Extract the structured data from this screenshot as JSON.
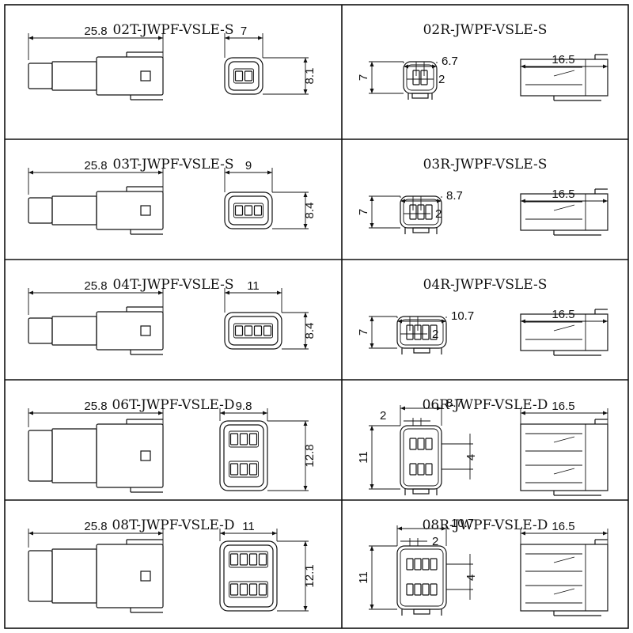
{
  "panels": [
    {
      "title": "02T-JWPF-VSLE-S",
      "kind": "T",
      "n": 2,
      "rows": 1,
      "len": "25.8",
      "w": "7",
      "h": "8.1"
    },
    {
      "title": "02R-JWPF-VSLE-S",
      "kind": "R",
      "n": 2,
      "rows": 1,
      "len": "16.5",
      "w": "6.7",
      "p": "2",
      "h": "7"
    },
    {
      "title": "03T-JWPF-VSLE-S",
      "kind": "T",
      "n": 3,
      "rows": 1,
      "len": "25.8",
      "w": "9",
      "h": "8.4"
    },
    {
      "title": "03R-JWPF-VSLE-S",
      "kind": "R",
      "n": 3,
      "rows": 1,
      "len": "16.5",
      "w": "8.7",
      "p": "2",
      "h": "7"
    },
    {
      "title": "04T-JWPF-VSLE-S",
      "kind": "T",
      "n": 4,
      "rows": 1,
      "len": "25.8",
      "w": "11",
      "h": "8.4"
    },
    {
      "title": "04R-JWPF-VSLE-S",
      "kind": "R",
      "n": 4,
      "rows": 1,
      "len": "16.5",
      "w": "10.7",
      "p": "2",
      "h": "7"
    },
    {
      "title": "06T-JWPF-VSLE-D",
      "kind": "T",
      "n": 3,
      "rows": 2,
      "len": "25.8",
      "w": "9.8",
      "h": "12.8"
    },
    {
      "title": "06R-JWPF-VSLE-D",
      "kind": "R",
      "n": 3,
      "rows": 2,
      "len": "16.5",
      "w": "8.7",
      "p": "2",
      "h": "11",
      "rp": "4"
    },
    {
      "title": "08T-JWPF-VSLE-D",
      "kind": "T",
      "n": 4,
      "rows": 2,
      "len": "25.8",
      "w": "11",
      "h": "12.1"
    },
    {
      "title": "08R-JWPF-VSLE-D",
      "kind": "R",
      "n": 4,
      "rows": 2,
      "len": "16.5",
      "w": "10.7",
      "p": "2",
      "h": "11",
      "rp": "4"
    }
  ]
}
